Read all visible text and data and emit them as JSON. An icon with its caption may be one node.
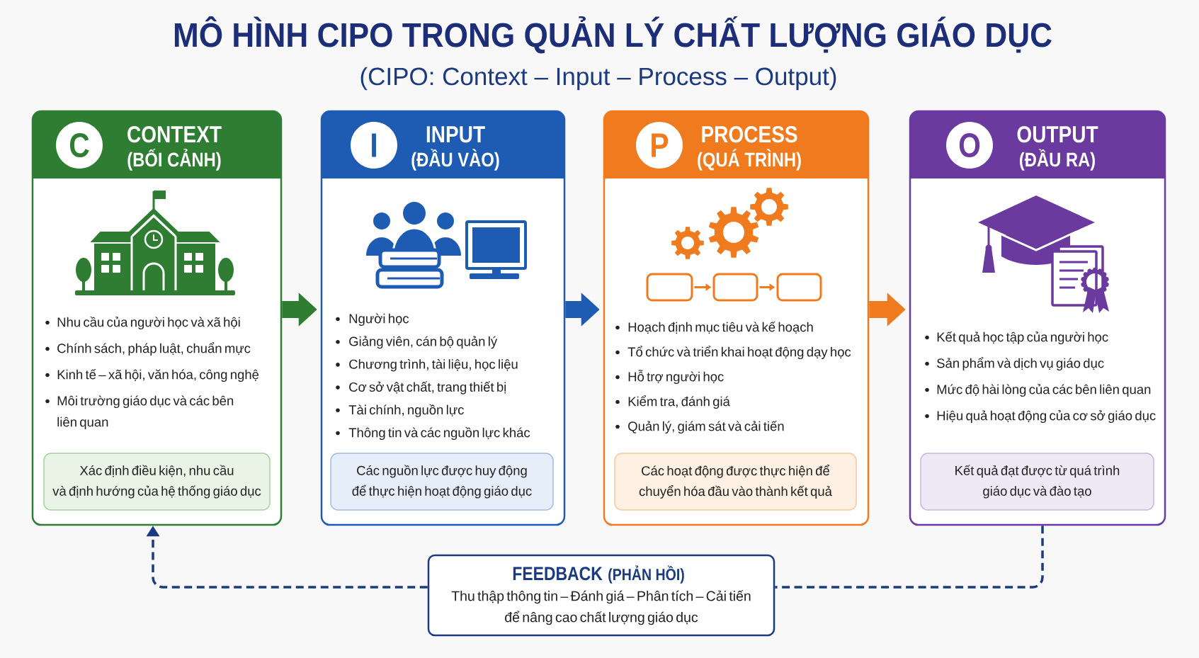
{
  "diagram": {
    "title": "MÔ HÌNH CIPO TRONG QUẢN LÝ CHẤT LƯỢNG GIÁO DỤC",
    "nodes": [
      {
        "text": [
          "CONTEXT",
          "(BỐI CẢNH)",
          "Nhu cầu của người học và xã hội",
          "Chính sách, pháp luật, chuẩn mực",
          "Kinh tế – xã hội, văn hóa, công nghệ",
          "Môi trường giáo dục và các bên liên quan"
        ]
      },
      {
        "text": [
          "C"
        ],
        "in": 0
      },
      {
        "text": [
          "Xác định điều kiện, nhu cầu và định hướng của hệ thống giáo dục"
        ],
        "in": 0
      },
      {
        "text": [
          "INPUT",
          "(ĐẦU VÀO)",
          "Người học",
          "Giảng viên, cán bộ quản lý",
          "Chương trình, tài liệu, học liệu",
          "Cơ sở vật chất, trang thiết bị",
          "Tài chính, nguồn lực",
          "Thông tin và các nguồn lực khác"
        ]
      },
      {
        "text": [
          "I"
        ],
        "in": 3
      },
      {
        "text": [
          "Các nguồn lực được huy động để thực hiện hoạt động giáo dục"
        ],
        "in": 3
      },
      {
        "text": [
          "PROCESS",
          "(QUÁ TRÌNH)",
          "Hoạch định mục tiêu và kế hoạch",
          "Tổ chức và triển khai hoạt động dạy học",
          "Hỗ trợ người học",
          "Kiểm tra, đánh giá",
          "Quản lý, giám sát và cải tiến"
        ]
      },
      {
        "text": [
          "P"
        ],
        "in": 6
      },
      {
        "text": [],
        "shape": "box",
        "in": 6
      },
      {
        "text": [],
        "shape": "box",
        "in": 6
      },
      {
        "text": [],
        "shape": "box",
        "in": 6
      },
      {
        "text": [
          "Các hoạt động được thực hiện để chuyển hóa đầu vào thành kết quả"
        ],
        "in": 6
      },
      {
        "text": [
          "OUTPUT",
          "(ĐẦU RA)",
          "Kết quả học tập của người học",
          "Sản phẩm và dịch vụ giáo dục",
          "Mức độ hài lòng của các bên liên quan",
          "Hiệu quả hoạt động của cơ sở giáo dục"
        ]
      },
      {
        "text": [
          "O"
        ],
        "in": 12
      },
      {
        "text": [
          "Kết quả đạt được từ quá trình giáo dục và đào tạo"
        ],
        "in": 12
      },
      {
        "text": [
          "FEEDBACK",
          "(PHẢN HỒI)",
          "Thu thập thông tin – Đánh giá – Phân tích – Cải tiến để nâng cao chất lượng giáo dục"
        ]
      }
    ],
    "edges": [
      {
        "from": 0,
        "to": 3,
        "arrow": "to",
        "style": "thick",
        "color": "#2e7d32"
      },
      {
        "from": 3,
        "to": 6,
        "arrow": "to",
        "style": "thick",
        "color": "#1e5cb3"
      },
      {
        "from": 6,
        "to": 12,
        "arrow": "to",
        "style": "thick",
        "color": "#f07b1f"
      },
      {
        "from": 8,
        "to": 9,
        "arrow": "to",
        "color": "#f07b1f"
      },
      {
        "from": 9,
        "to": 10,
        "arrow": "to",
        "color": "#f07b1f"
      },
      {
        "from": 12,
        "to": 15,
        "arrow": "none",
        "style": "dashed",
        "color": "#1b3a80"
      },
      {
        "from": 15,
        "to": 0,
        "arrow": "to",
        "style": "dashed",
        "color": "#1b3a80"
      }
    ],
    "labels": [
      "(CIPO: Context – Input – Process – Output)"
    ]
  }
}
